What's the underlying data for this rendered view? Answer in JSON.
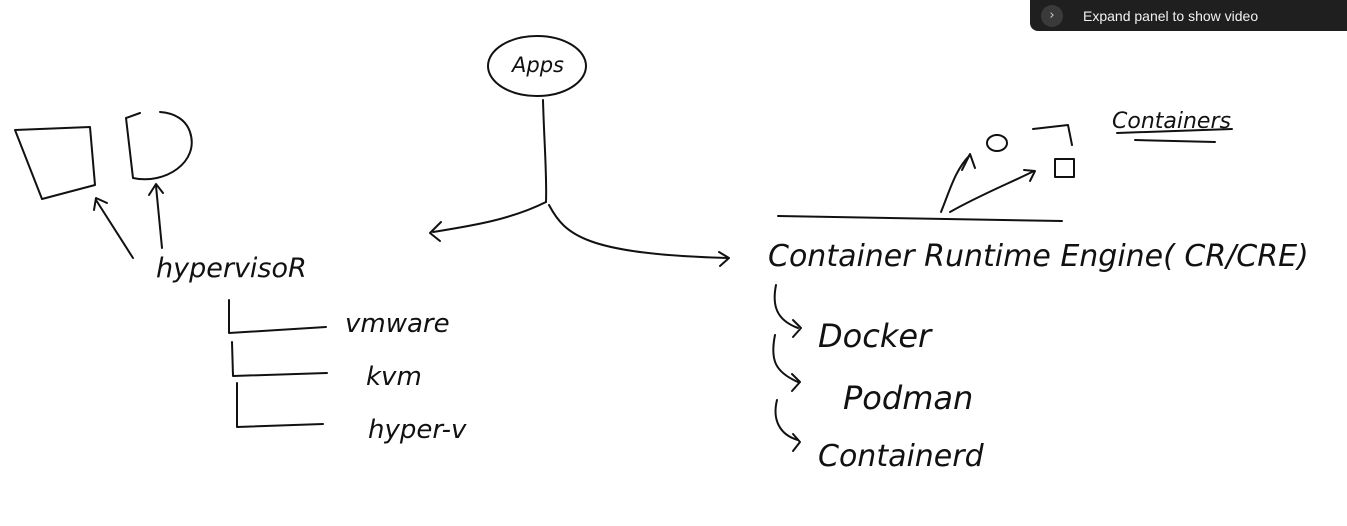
{
  "panel": {
    "expand_label": "Expand panel to show video",
    "toggle_glyph": "›"
  },
  "whiteboard": {
    "apps": "Apps",
    "hypervisor": "hypervisoR",
    "hypervisor_items": [
      "vmware",
      "kvm",
      "hyper-v"
    ],
    "engine": "Container Runtime Engine( CR/CRE)",
    "engine_items": [
      "Docker",
      "Podman",
      "Containerd"
    ],
    "containers_title": "Containers"
  },
  "colors": {
    "ink": "#111111",
    "panel_bg": "#1f1f1f",
    "panel_text": "#f2f2f2"
  }
}
